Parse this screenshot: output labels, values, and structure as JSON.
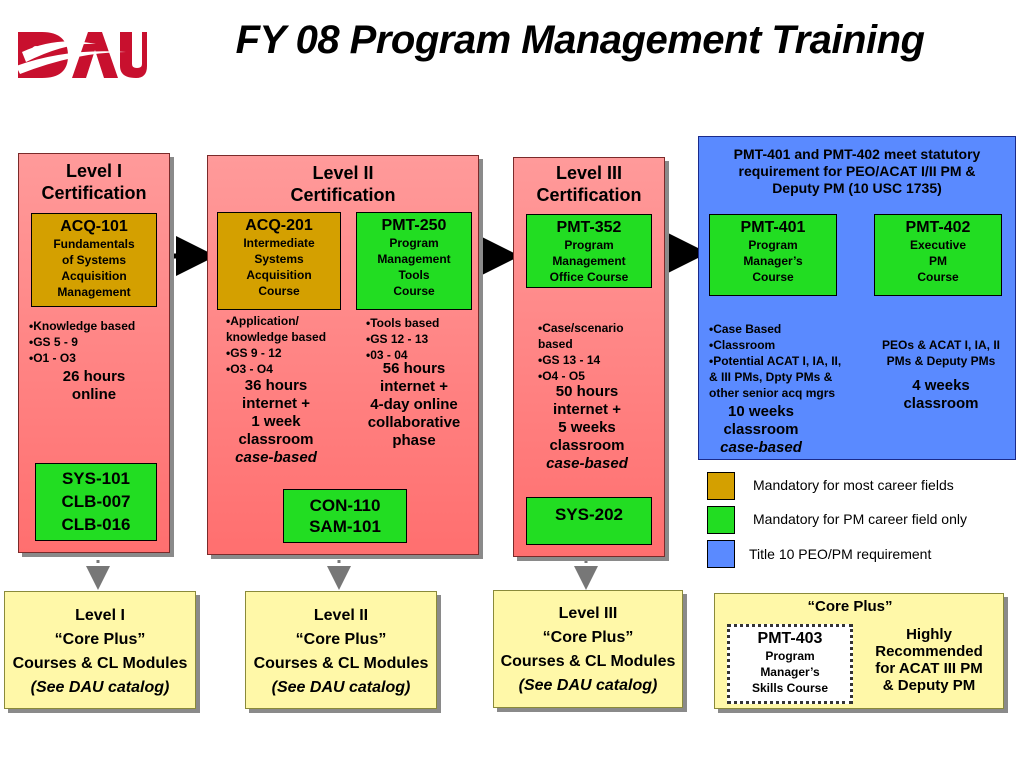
{
  "title": "FY 08 Program Management Training",
  "logo": {
    "text": "DAU"
  },
  "colors": {
    "level_bg": "#ff7f7f",
    "blue_bg": "#5a8aff",
    "gold": "#d4a000",
    "green": "#22dd22",
    "yellow": "#fff8a8"
  },
  "level1": {
    "header": [
      "Level I",
      "Certification"
    ],
    "course": {
      "code": "ACQ-101",
      "desc": [
        "Fundamentals",
        "of Systems",
        "Acquisition",
        "Management"
      ]
    },
    "bullets": [
      "•Knowledge based",
      "•GS 5 - 9",
      "•O1 - O3"
    ],
    "hours": [
      "26 hours",
      "online"
    ],
    "extra": [
      "SYS-101",
      "CLB-007",
      "CLB-016"
    ]
  },
  "level2": {
    "header": [
      "Level II",
      "Certification"
    ],
    "course_a": {
      "code": "ACQ-201",
      "desc": [
        "Intermediate",
        "Systems",
        "Acquisition",
        "Course"
      ]
    },
    "course_b": {
      "code": "PMT-250",
      "desc": [
        "Program",
        "Management",
        "Tools",
        "Course"
      ]
    },
    "bullets_a": [
      "•Application/",
      "knowledge based",
      "•GS 9 - 12",
      "•O3 - O4"
    ],
    "hours_a": [
      "36 hours",
      "internet +",
      "1 week",
      "classroom"
    ],
    "case_a": "case-based",
    "bullets_b": [
      "•Tools based",
      "•GS 12 - 13",
      "•03 - 04"
    ],
    "hours_b": [
      "56 hours",
      "internet +",
      "4-day online",
      "collaborative",
      "phase"
    ],
    "extra": [
      "CON-110",
      "SAM-101"
    ]
  },
  "level3": {
    "header": [
      "Level III",
      "Certification"
    ],
    "course": {
      "code": "PMT-352",
      "desc": [
        "Program",
        "Management",
        "Office Course"
      ]
    },
    "bullets": [
      "•Case/scenario",
      "based",
      "•GS 13 - 14",
      "•O4 - O5"
    ],
    "hours": [
      "50 hours",
      "internet +",
      "5 weeks",
      "classroom"
    ],
    "case": "case-based",
    "extra": [
      "SYS-202"
    ]
  },
  "statutory": {
    "header": [
      "PMT-401 and PMT-402 meet statutory",
      "requirement for PEO/ACAT I/II PM &",
      "Deputy PM (10 USC 1735)"
    ],
    "course_a": {
      "code": "PMT-401",
      "desc": [
        "Program",
        "Manager’s",
        "Course"
      ]
    },
    "course_b": {
      "code": "PMT-402",
      "desc": [
        "Executive",
        "PM",
        "Course"
      ]
    },
    "bullets_a": [
      "•Case Based",
      "•Classroom",
      "•Potential ACAT I, IA, II,",
      "& III PMs, Dpty PMs &",
      "other senior acq mgrs"
    ],
    "hours_a": [
      "10 weeks",
      "classroom"
    ],
    "case_a": "case-based",
    "note_b": [
      "PEOs & ACAT I, IA, II",
      "PMs & Deputy PMs"
    ],
    "hours_b": [
      "4 weeks",
      "classroom"
    ]
  },
  "legend": [
    {
      "label": "Mandatory for most career fields",
      "color": "#d4a000"
    },
    {
      "label": "Mandatory for PM career field only",
      "color": "#22dd22"
    },
    {
      "label": "Title 10 PEO/PM requirement",
      "color": "#5a8aff"
    }
  ],
  "coreplus1": [
    "Level I",
    "“Core Plus”",
    "Courses & CL Modules",
    "(See DAU catalog)"
  ],
  "coreplus2": [
    "Level II",
    "“Core Plus”",
    "Courses & CL Modules",
    "(See DAU catalog)"
  ],
  "coreplus3": [
    "Level III",
    "“Core Plus”",
    "Courses & CL Modules",
    "(See DAU catalog)"
  ],
  "coreplus4": {
    "header": "“Core Plus”",
    "course": {
      "code": "PMT-403",
      "desc": [
        "Program",
        "Manager’s",
        "Skills Course"
      ]
    },
    "note": [
      "Highly",
      "Recommended",
      "for ACAT III PM",
      "& Deputy PM"
    ]
  }
}
